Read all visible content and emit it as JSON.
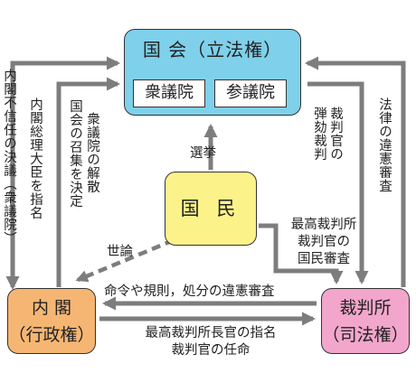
{
  "nodes": {
    "diet": {
      "title": "国 会（立法権）",
      "house1": "衆議院",
      "house2": "参議院"
    },
    "people": {
      "label": "国 民"
    },
    "cabinet": {
      "line1": "内 閣",
      "line2": "（行政権）"
    },
    "court": {
      "line1": "裁判所",
      "line2": "（司法権）"
    }
  },
  "edges": {
    "no_confidence": "内閣不信任の決議（衆議院）",
    "pm_designation": "内閣総理大臣を指名",
    "dissolution": "衆議院の解散",
    "convocation": "国会の召集を決定",
    "impeachment": "裁判官の弾劾裁判",
    "judicial_review_law": "法律の違憲審査",
    "election": "選挙",
    "public_opinion": "世論",
    "review_line1": "最高裁判所",
    "review_line2": "裁判官の",
    "review_line3": "国民審査",
    "orders_review": "命令や規則，処分の違憲審査",
    "appoint_line1": "最高裁判所長官の指名",
    "appoint_line2": "裁判官の任命"
  },
  "colors": {
    "diet": "#7fd0ea",
    "people": "#fbf38a",
    "cabinet": "#f6b673",
    "court": "#f2a6cb",
    "arrow": "#7d7d7d"
  }
}
